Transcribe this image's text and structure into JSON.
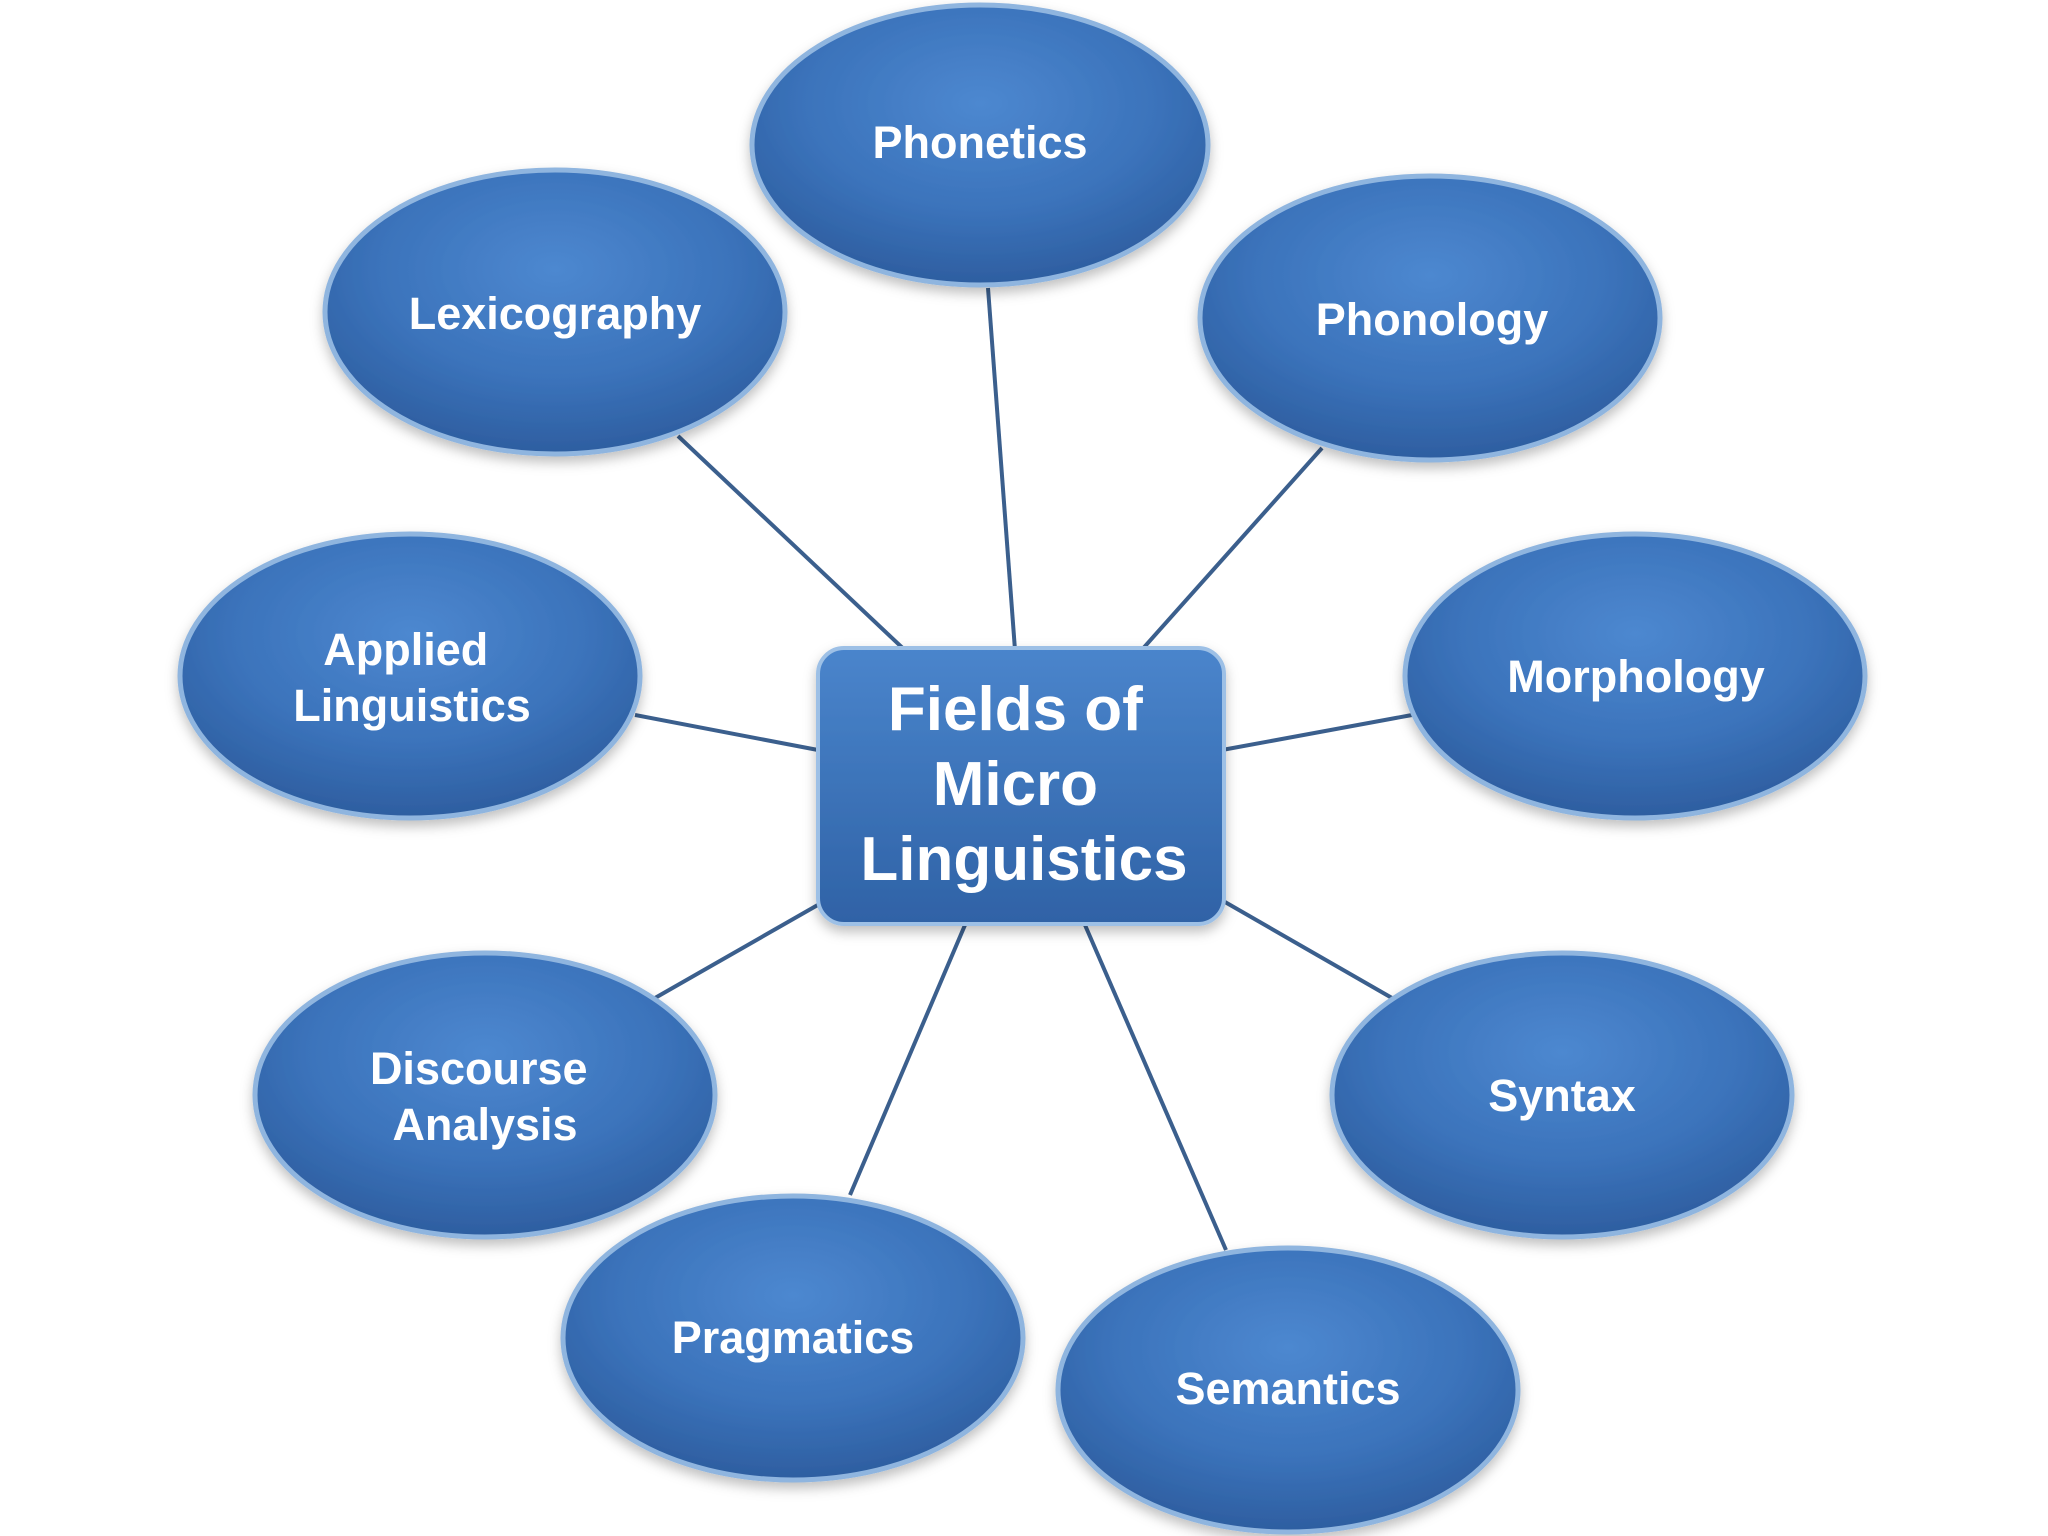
{
  "center": {
    "lines": [
      "Fields of",
      "Micro",
      "Linguistics"
    ]
  },
  "nodes": {
    "phonetics": {
      "lines": [
        "Phonetics"
      ]
    },
    "phonology": {
      "lines": [
        "Phonology"
      ]
    },
    "morphology": {
      "lines": [
        "Morphology"
      ]
    },
    "syntax": {
      "lines": [
        "Syntax"
      ]
    },
    "semantics": {
      "lines": [
        "Semantics"
      ]
    },
    "pragmatics": {
      "lines": [
        "Pragmatics"
      ]
    },
    "discourse_analysis": {
      "lines": [
        "Discourse",
        "Analysis"
      ]
    },
    "applied_linguistics": {
      "lines": [
        "Applied",
        "Linguistics"
      ]
    },
    "lexicography": {
      "lines": [
        "Lexicography"
      ]
    }
  },
  "colors": {
    "node_fill": "#3f78c2",
    "node_fill_dark": "#2d5d9f",
    "node_edge": "#8fb5df",
    "connector": "#3b5f8d",
    "label": "#ffffff"
  }
}
